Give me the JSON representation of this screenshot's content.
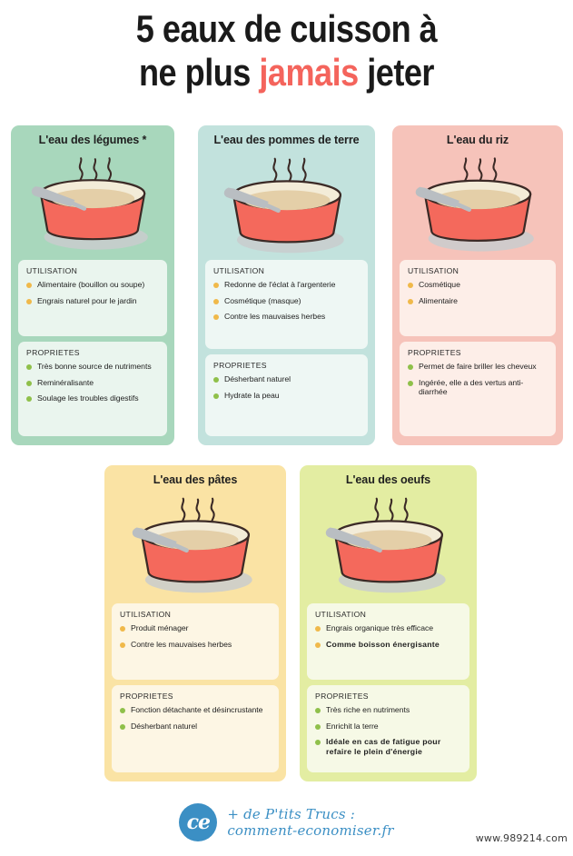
{
  "title": {
    "line1": "5 eaux de cuisson à",
    "line2_before": "ne plus ",
    "line2_highlight": "jamais",
    "line2_after": " jeter",
    "highlight_color": "#f4645c"
  },
  "labels": {
    "utilisation": "UTILISATION",
    "proprietes": "PROPRIETES"
  },
  "cards": [
    {
      "title": "L'eau des légumes *",
      "bg": "#a8d7bc",
      "panel_bg": "#eaf5ee",
      "utilisation": [
        {
          "text": "Alimentaire (bouillon ou soupe)",
          "bold": false
        },
        {
          "text": "Engrais naturel pour le jardin",
          "bold": false
        }
      ],
      "proprietes": [
        {
          "text": "Très bonne source de nutriments",
          "bold": false
        },
        {
          "text": "Reminéralisante",
          "bold": false
        },
        {
          "text": "Soulage les troubles digestifs",
          "bold": false
        }
      ]
    },
    {
      "title": "L'eau des pommes de terre",
      "bg": "#c2e2dd",
      "panel_bg": "#eef7f4",
      "utilisation": [
        {
          "text": "Redonne de l'éclat à l'argenterie",
          "bold": false
        },
        {
          "text": "Cosmétique (masque)",
          "bold": false
        },
        {
          "text": "Contre les mauvaises herbes",
          "bold": false
        }
      ],
      "proprietes": [
        {
          "text": "Désherbant naturel",
          "bold": false
        },
        {
          "text": "Hydrate la peau",
          "bold": false
        }
      ]
    },
    {
      "title": "L'eau du riz",
      "bg": "#f6c3ba",
      "panel_bg": "#fdeee8",
      "utilisation": [
        {
          "text": "Cosmétique",
          "bold": false
        },
        {
          "text": "Alimentaire",
          "bold": false
        }
      ],
      "proprietes": [
        {
          "text": "Permet de faire briller les cheveux",
          "bold": false
        },
        {
          "text": "Ingérée, elle a des vertus anti-diarrhée",
          "bold": false
        }
      ]
    },
    {
      "title": "L'eau des pâtes",
      "bg": "#fae3a4",
      "panel_bg": "#fdf6e4",
      "utilisation": [
        {
          "text": "Produit ménager",
          "bold": false
        },
        {
          "text": "Contre les mauvaises herbes",
          "bold": false
        }
      ],
      "proprietes": [
        {
          "text": "Fonction détachante et désincrustante",
          "bold": false
        },
        {
          "text": "Désherbant naturel",
          "bold": false
        }
      ]
    },
    {
      "title": "L'eau des oeufs",
      "bg": "#e3eda2",
      "panel_bg": "#f6f9e6",
      "utilisation": [
        {
          "text": "Engrais organique très efficace",
          "bold": false
        },
        {
          "text": "Comme boisson énergisante",
          "bold": true
        }
      ],
      "proprietes": [
        {
          "text": "Très riche en nutriments",
          "bold": false
        },
        {
          "text": "Enrichit la terre",
          "bold": false
        },
        {
          "text": "Idéale en cas de fatigue pour refaire le plein d'énergie",
          "bold": true
        }
      ]
    }
  ],
  "bowl": {
    "body_color": "#f4695c",
    "rim_color": "#f3ecd8",
    "liquid_color": "#e4cfa8",
    "outline_color": "#3b2a26",
    "spoon_color": "#b9bec2",
    "shadow_color": "#c9ccce",
    "steam_color": "#3b2a26"
  },
  "footer": {
    "logo_text": "ce",
    "logo_color": "#3b8fc4",
    "line1": "+ de P'tits Trucs :",
    "line2": "comment-economiser.fr"
  },
  "watermark": "www.989214.com"
}
